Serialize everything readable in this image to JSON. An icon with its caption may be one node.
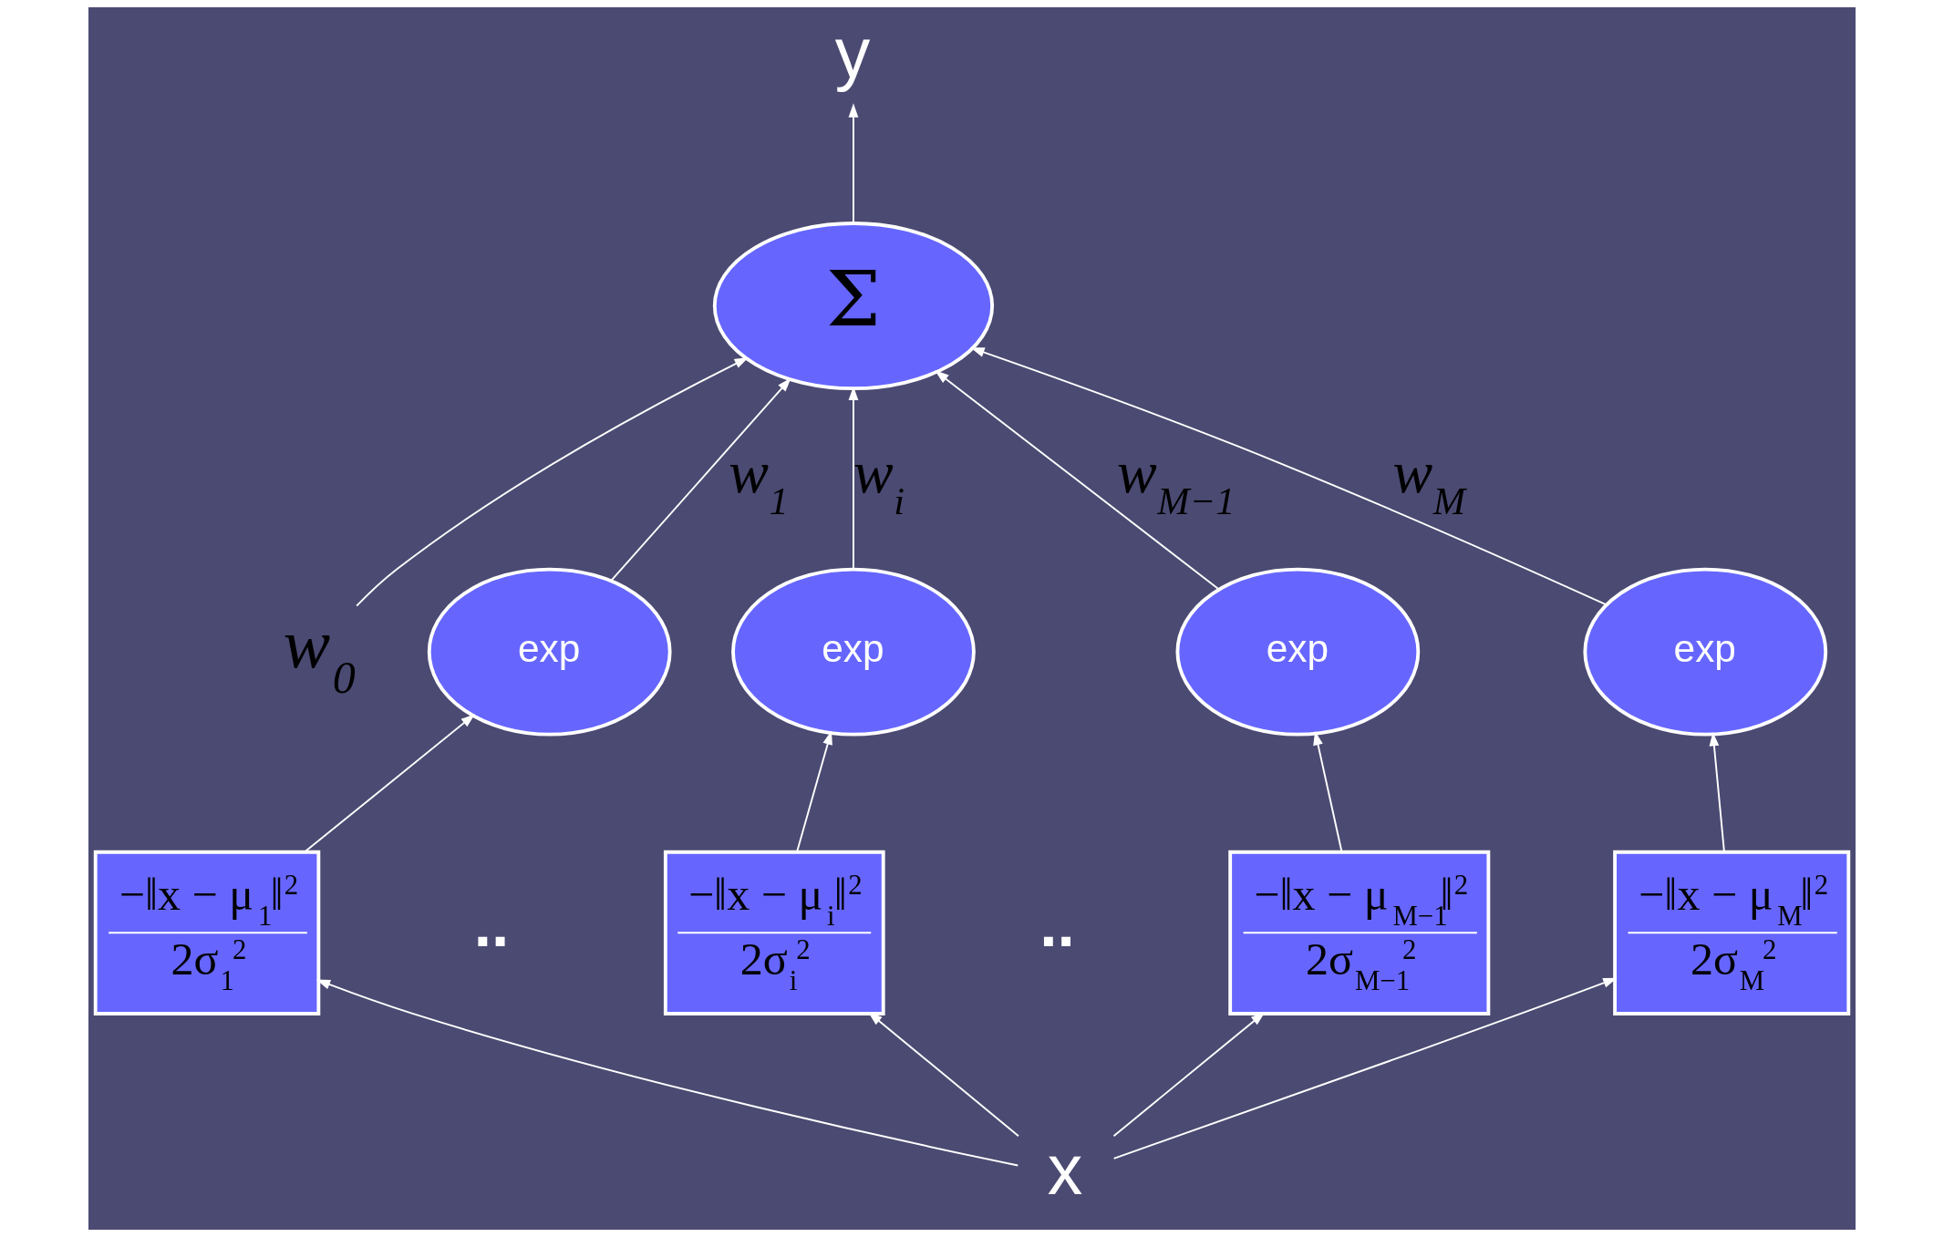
{
  "diagram": {
    "nodes": [
      {
        "text": [
          "y"
        ]
      },
      {
        "text": [
          "Σ"
        ]
      },
      {
        "text": [
          "w$_{0}$"
        ]
      },
      {
        "text": [
          "exp"
        ]
      },
      {
        "text": [
          "exp"
        ]
      },
      {
        "text": [
          "exp"
        ]
      },
      {
        "text": [
          "exp"
        ]
      },
      {
        "text": [
          "−‖x − μ$_{1}$‖$^{2}$",
          "2σ$_{1}$$^{2}$"
        ]
      },
      {
        "text": [
          "−‖x − μ$_{i}$‖$^{2}$",
          "2σ$_{i}$$^{2}$"
        ]
      },
      {
        "text": [
          "−‖x − μ$_{M−1}$‖$^{2}$",
          "2σ$_{M−1}$$^{2}$"
        ]
      },
      {
        "text": [
          "−‖x − μ$_{M}$‖$^{2}$",
          "2σ$_{M}$$^{2}$"
        ]
      },
      {
        "text": [
          "x"
        ]
      }
    ],
    "edges": [
      {
        "from": 1,
        "to": 0,
        "arrow": "to"
      },
      {
        "from": 2,
        "to": 1,
        "arrow": "to"
      },
      {
        "from": 3,
        "to": 1,
        "arrow": "to",
        "label": "w$_{1}$"
      },
      {
        "from": 4,
        "to": 1,
        "arrow": "to",
        "label": "w$_{i}$"
      },
      {
        "from": 5,
        "to": 1,
        "arrow": "to",
        "label": "w$_{M−1}$"
      },
      {
        "from": 6,
        "to": 1,
        "arrow": "to",
        "label": "w$_{M}$"
      },
      {
        "from": 7,
        "to": 3,
        "arrow": "to"
      },
      {
        "from": 8,
        "to": 4,
        "arrow": "to"
      },
      {
        "from": 9,
        "to": 5,
        "arrow": "to"
      },
      {
        "from": 10,
        "to": 6,
        "arrow": "to"
      },
      {
        "from": 11,
        "to": 7,
        "arrow": "to"
      },
      {
        "from": 11,
        "to": 8,
        "arrow": "to"
      },
      {
        "from": 11,
        "to": 9,
        "arrow": "to"
      },
      {
        "from": 11,
        "to": 10,
        "arrow": "to"
      }
    ],
    "labels": [
      "..",
      ".."
    ]
  }
}
